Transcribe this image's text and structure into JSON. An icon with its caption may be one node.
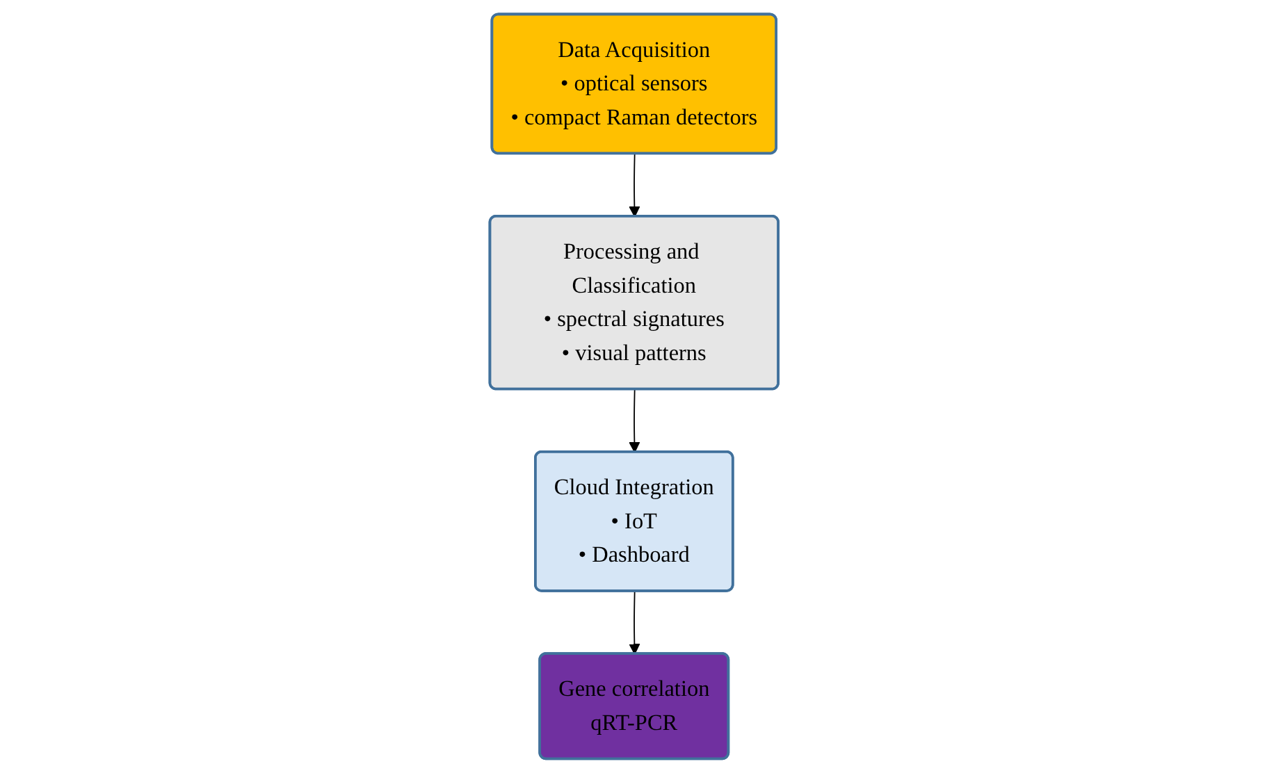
{
  "diagram": {
    "nodes": [
      {
        "text": [
          "Data Acquisition",
          "• optical sensors",
          "• compact Raman detectors"
        ]
      },
      {
        "text": [
          "Processing and Classification",
          "• spectral signatures",
          "• visual patterns"
        ]
      },
      {
        "text": [
          "Cloud Integration",
          "• IoT",
          "• Dashboard"
        ]
      },
      {
        "text": [
          "Gene correlation",
          "qRT-PCR"
        ]
      }
    ],
    "edges": [
      {
        "from": 0,
        "to": 1,
        "arrow": "to"
      },
      {
        "from": 1,
        "to": 2,
        "arrow": "to"
      },
      {
        "from": 2,
        "to": 3,
        "arrow": "to"
      }
    ]
  }
}
